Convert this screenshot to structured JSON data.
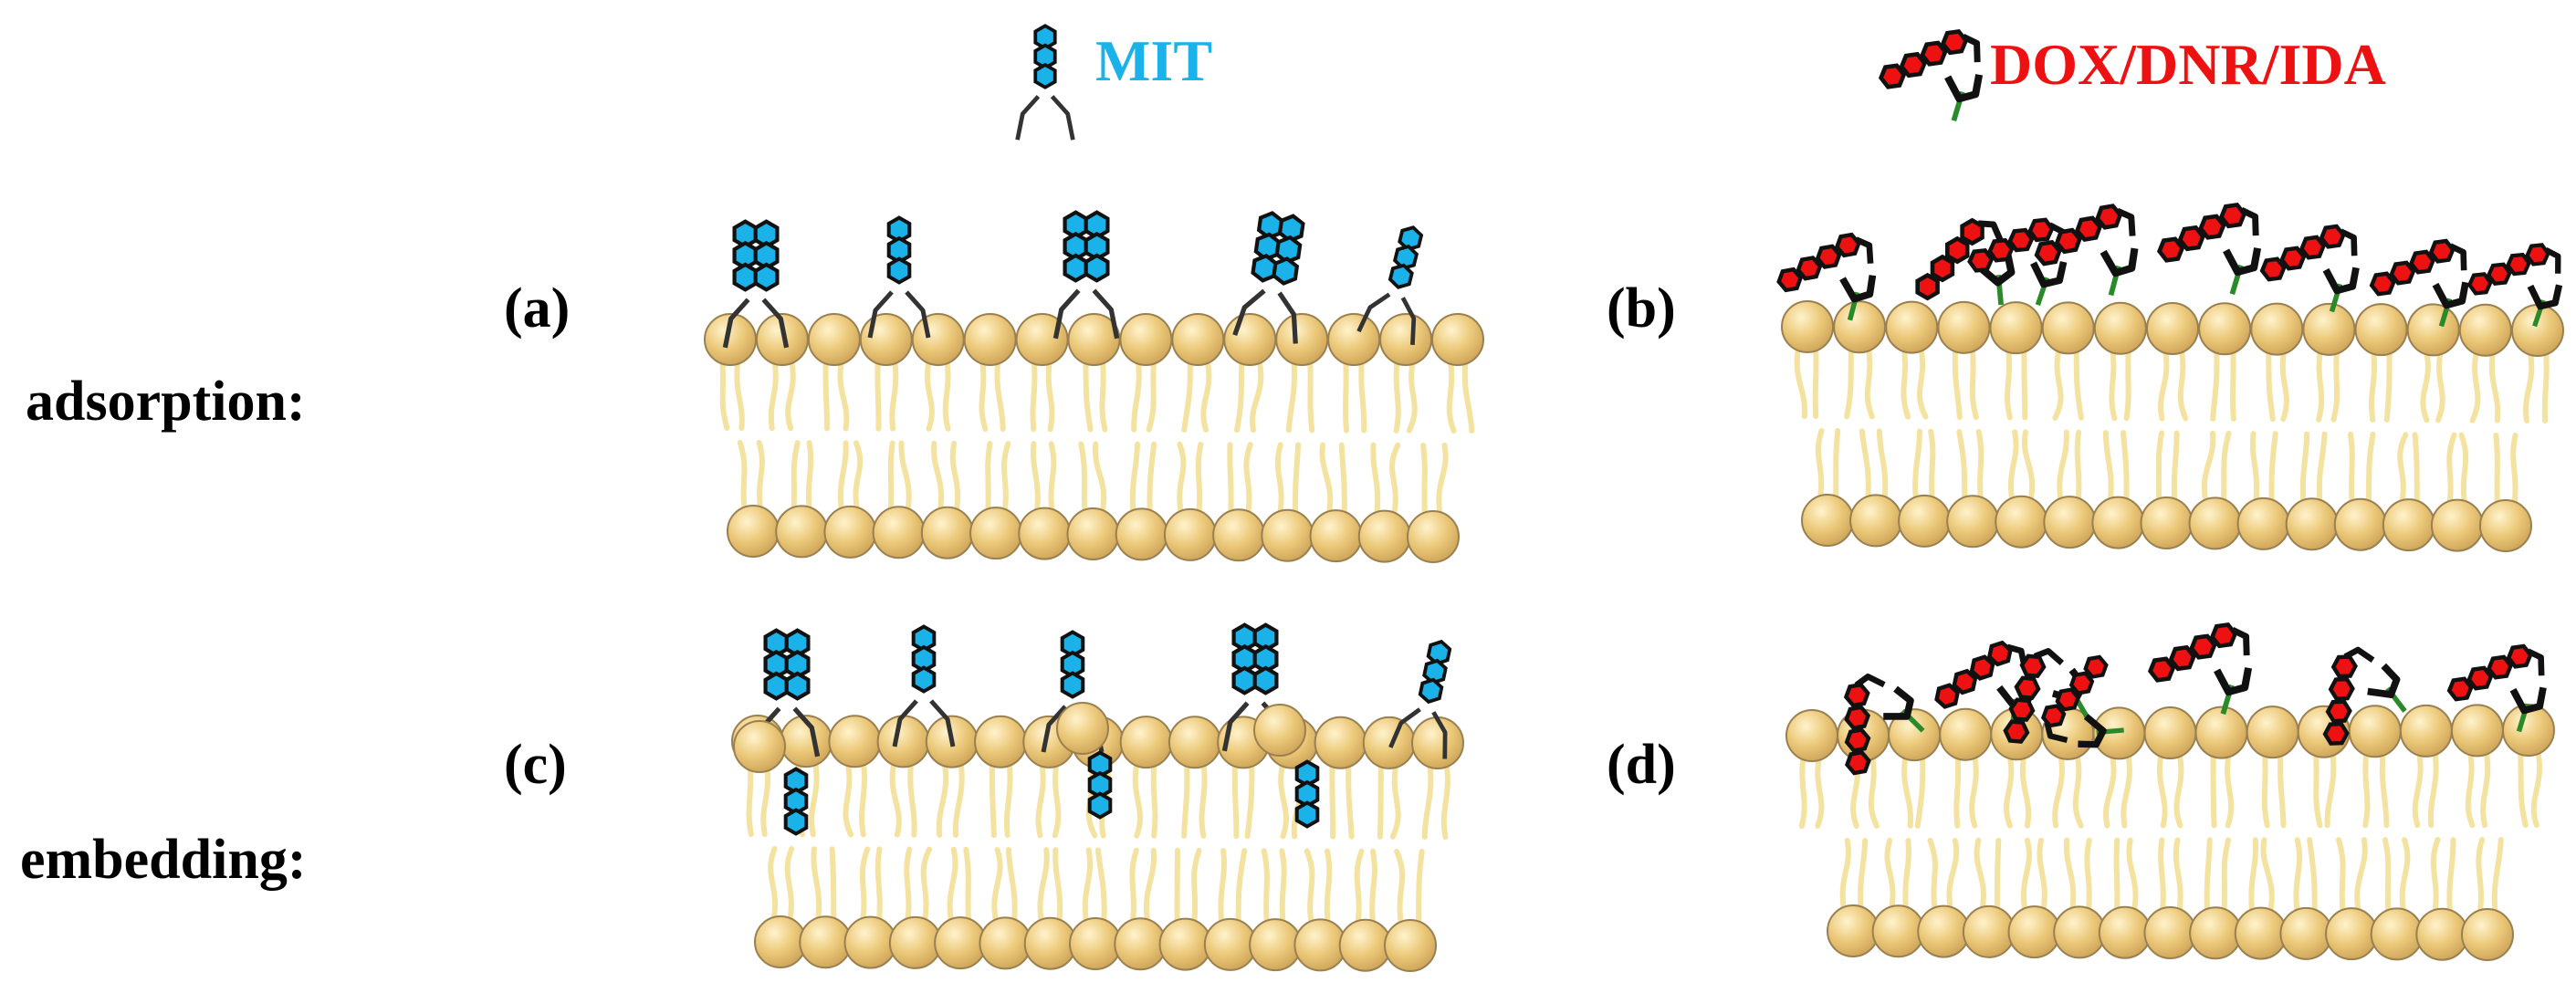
{
  "legend": {
    "mit": {
      "label": "MIT",
      "color": "#1ab2e8"
    },
    "dox": {
      "label": "DOX/DNR/IDA",
      "color": "#ee1111"
    }
  },
  "rows": {
    "adsorption": "adsorption:",
    "embedding": "embedding:"
  },
  "panels": {
    "a": "(a)",
    "b": "(b)",
    "c": "(c)",
    "d": "(d)"
  },
  "colors": {
    "lipid_head": "#e8c878",
    "lipid_head_edge": "#9a8050",
    "lipid_tail": "#f4e2a0",
    "mit_ring": "#1ab2e8",
    "dox_ring": "#ee1111",
    "drug_edge": "#111111",
    "side_chain": "#333333",
    "sugar_chain": "#2a8a2a"
  }
}
